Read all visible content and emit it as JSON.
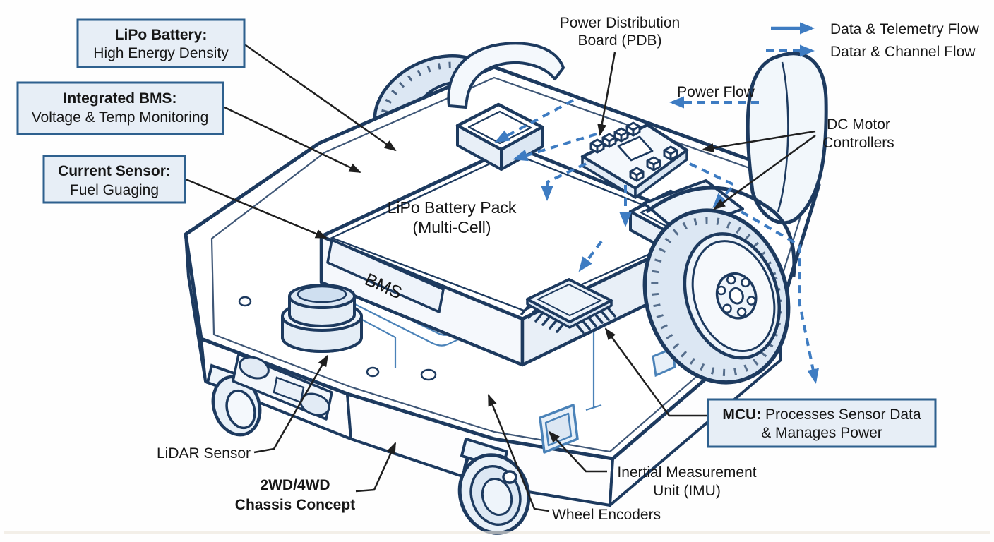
{
  "legend": {
    "solid_label": "Data & Telemetry Flow",
    "dashed_label": "Datar & Channel Flow"
  },
  "callouts": {
    "lipo": {
      "title": "LiPo Battery:",
      "desc": "High Energy Density"
    },
    "bms": {
      "title": "Integrated BMS:",
      "desc": "Voltage & Temp Monitoring"
    },
    "current": {
      "title": "Current Sensor:",
      "desc": "Fuel Guaging"
    },
    "mcu": {
      "title": "MCU:",
      "desc_line1": " Processes Sensor Data",
      "desc_line2": "& Manages Power"
    }
  },
  "labels": {
    "pdb_line1": "Power Distribution",
    "pdb_line2": "Board (PDB)",
    "power_flow": "Power Flow",
    "dc_motor_line1": "DC Motor",
    "dc_motor_line2": "Controllers",
    "battery_line1": "LiPo Battery Pack",
    "battery_line2": "(Multi-Cell)",
    "bms_chip": "BMS",
    "lidar": "LiDAR Sensor",
    "chassis_line1": "2WD/4WD",
    "chassis_line2": "Chassis Concept",
    "wheel_encoders": "Wheel Encoders",
    "imu_line1": "Inertial Measurement",
    "imu_line2": "Unit (IMU)"
  },
  "colors": {
    "outline_navy": "#1d3a5f",
    "flow_blue": "#3e7cc2",
    "trace_blue": "#4a82b8",
    "fill_light": "#dce7f3",
    "fill_lighter": "#eef4fa",
    "callout_fill": "#e7eef6",
    "callout_border": "#2e608e",
    "text": "#161616"
  }
}
